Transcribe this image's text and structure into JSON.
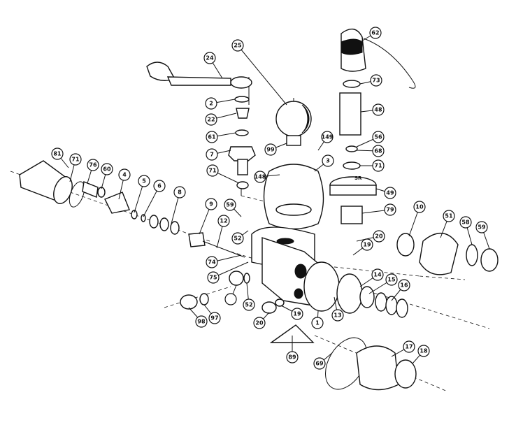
{
  "diagram": {
    "type": "exploded-parts-view",
    "callouts": [
      "81",
      "71",
      "76",
      "60",
      "4",
      "5",
      "6",
      "8",
      "9",
      "12",
      "59",
      "52",
      "74",
      "75",
      "52",
      "97",
      "98",
      "20",
      "19",
      "1",
      "13",
      "14",
      "15",
      "16",
      "20",
      "19",
      "",
      "24",
      "25",
      "2",
      "22",
      "61",
      "7",
      "71",
      "99",
      "149",
      "148",
      "3",
      "62",
      "73",
      "48",
      "56",
      "68",
      "71",
      "49",
      "79",
      "10",
      "51",
      "58",
      "59",
      "17",
      "18",
      "69",
      "89"
    ],
    "marking": "SR"
  }
}
